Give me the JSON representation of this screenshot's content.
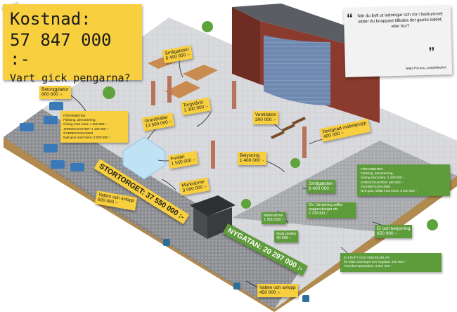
{
  "header": {
    "title": "Kostnad:",
    "total": "57 847 000 :-",
    "question": "Vart gick pengarna?"
  },
  "quote": {
    "open_mark": "“",
    "text": "När du bytt ut ledningar och rör i badrummet sätter du knappast tillbaka det gamla kaklet, eller hur?",
    "close_mark": "”",
    "author": "Mats Pernou, projektledare"
  },
  "labels": {
    "betongplattor": {
      "name": "Betongplattor",
      "amount": "800 000 :-"
    },
    "smagatsten_1": {
      "name": "Smågatsten",
      "amount": "6 400 000 :-"
    },
    "torgstand": {
      "name": "Torgstånd",
      "amount": "1 300 000 :-"
    },
    "granithallar": {
      "name": "Granithällar",
      "amount": "13 500 000 :-"
    },
    "ventilation": {
      "name": "Ventilation",
      "amount": "300 000 :-"
    },
    "designad_mobelgrupp": {
      "name": "Designad möbelgrupp",
      "amount": "400 000 :-"
    },
    "fontan": {
      "name": "Fontän",
      "amount": "1 550 000 :-"
    },
    "belysning_1": {
      "name": "Belysning",
      "amount": "1 400 000 :-"
    },
    "markvarme_1": {
      "name": "Markvärme",
      "amount": "3 000 000 :-"
    },
    "vatten_avlopp_1": {
      "name": "Vatten och avlopp",
      "amount": "600 000 :-"
    },
    "smagatsten_2": {
      "name": "Smågatsten",
      "amount": "6 400 000 :-"
    },
    "markvarme_2": {
      "name": "Markvärme",
      "amount": "1 500 000 :-"
    },
    "div_utrustning": {
      "name": "Div. Utrustning soffor, papperskorgar etc",
      "amount": "2 700 000 :-"
    },
    "gula_plattor": {
      "name": "Gula plattor",
      "amount": "40 000 :-"
    },
    "el_belysning": {
      "name": "El och belysning",
      "amount": "650 000 :-"
    },
    "vatten_avlopp_2": {
      "name": "Vatten och avlopp",
      "amount": "450 000 :-"
    }
  },
  "left_box": {
    "heading1": "FÖRARBETEN",
    "line1": "Flyttning, demontering,",
    "line2": "rivning med mera: 1 600 000 :-",
    "line3": "JORDSCHAKTER: 1 100 000 :-",
    "heading2": "ÖVERBYGGNADER",
    "line4": "Nytt grus med mera: 3 000 000 :-"
  },
  "right_box": {
    "heading1": "FÖRARBETEN",
    "line1": "Flyttning, demontering,",
    "line2": "rivning med mera: 1 200 000 :-",
    "line3": "JORDSCHAKTER: 500 000 :-",
    "heading2": "ÖVERBYGGNADER",
    "line4": "Nytt grus, sållat med mera: 3 540 000 :-"
  },
  "cable_box": {
    "heading": "ELKRAFT OCH FIBERKABLAR",
    "line1": "för både Stortorget och Nygatan: 440 000 :-",
    "line2": "Transformatorstation: 3 937 000 :-"
  },
  "street_labels": {
    "stortorget": "STORTORGET: 37 550 000 :-",
    "nygatan": "NYGATAN: 20 297 000 :-"
  },
  "colors": {
    "note_yellow": "#f7cf3f",
    "note_green": "#5e9b3a",
    "paving": "#dcdde0",
    "building": "#8b3a2e"
  }
}
